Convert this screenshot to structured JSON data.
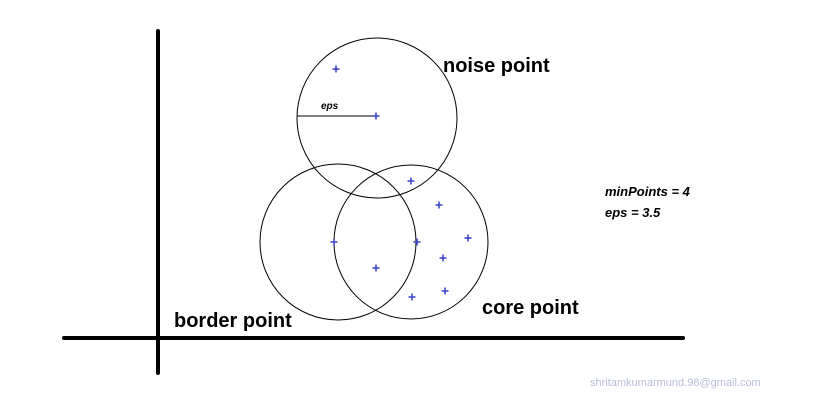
{
  "labels": {
    "noise_point": "noise point",
    "core_point": "core point",
    "border_point": "border point",
    "eps_radius": "eps",
    "min_points": "minPoints = 4",
    "eps_value": "eps = 3.5",
    "watermark": "shritamkumarmund.98@gmail.com"
  },
  "colors": {
    "point": "#3f48cc",
    "line": "#000000",
    "watermark": "#b9bedb"
  }
}
